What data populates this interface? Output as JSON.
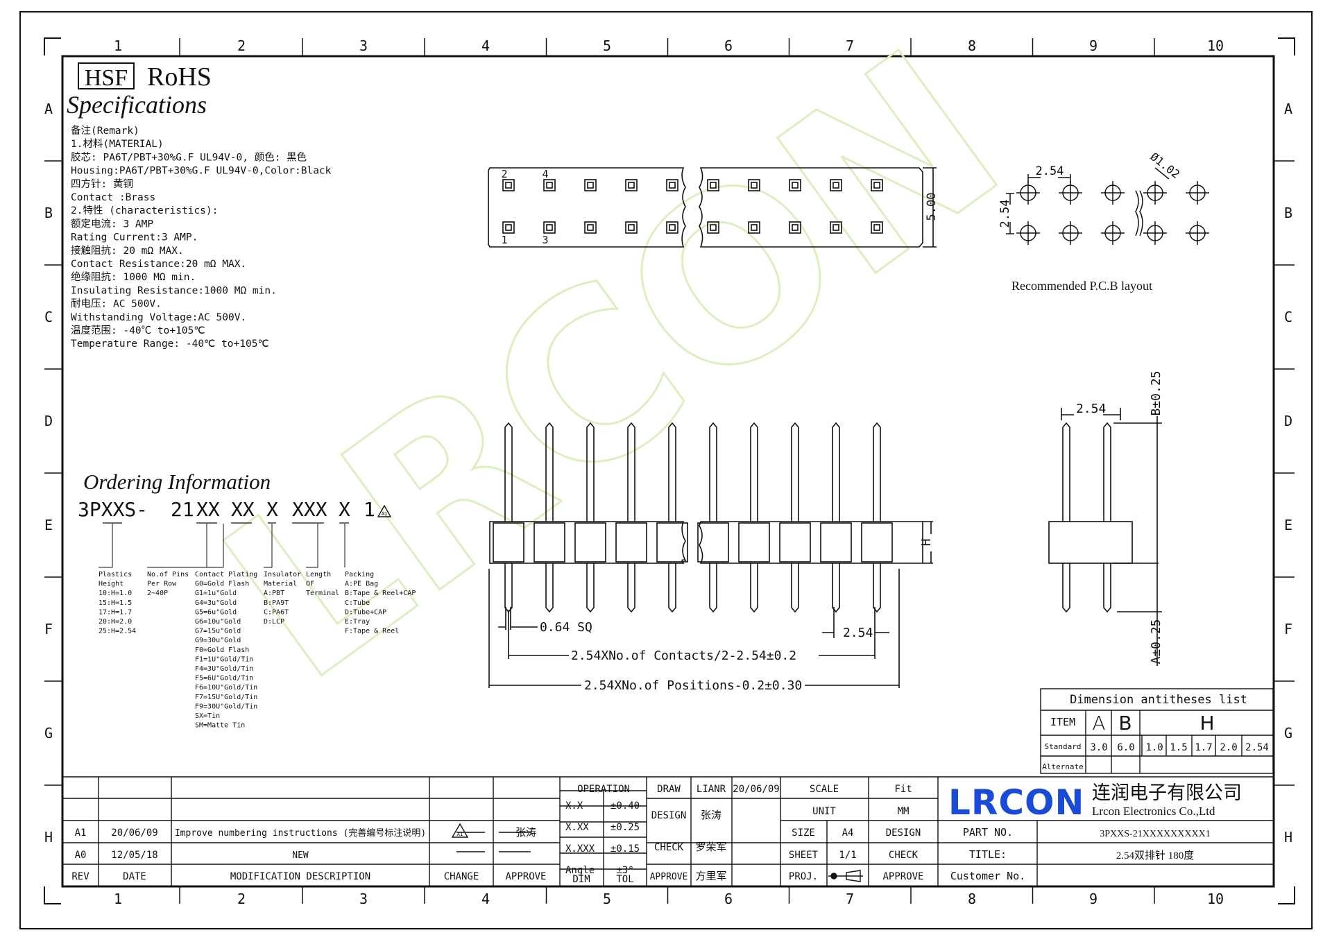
{
  "grid": {
    "columns": [
      "1",
      "2",
      "3",
      "4",
      "5",
      "6",
      "7",
      "8",
      "9",
      "10"
    ],
    "rows": [
      "A",
      "B",
      "C",
      "D",
      "E",
      "F",
      "G",
      "H"
    ]
  },
  "header": {
    "hsf_badge": "HSF",
    "rohs": "RoHS",
    "specifications_title": "Specifications"
  },
  "specs": [
    "备注(Remark)",
    "1.材料(MATERIAL)",
    "胶芯: PA6T/PBT+30%G.F UL94V-0, 颜色: 黑色",
    "Housing:PA6T/PBT+30%G.F UL94V-0,Color:Black",
    "四方针: 黄铜",
    "Contact :Brass",
    "2.特性 (characteristics):",
    "额定电流: 3 AMP",
    "Rating Current:3 AMP.",
    "接触阻抗: 20 mΩ MAX.",
    "Contact Resistance:20 mΩ MAX.",
    "绝缘阻抗: 1000 MΩ min.",
    "Insulating Resistance:1000 MΩ  min.",
    "耐电压: AC 500V.",
    "Withstanding Voltage:AC 500V.",
    "温度范围: -40℃ to+105℃",
    "Temperature Range: -40℃ to+105℃"
  ],
  "top_view": {
    "top_labels": [
      "2",
      "4"
    ],
    "bottom_labels": [
      "1",
      "3"
    ],
    "dim_height": "5.00"
  },
  "pcb_layout": {
    "pitch_x": "2.54",
    "pitch_y": "2.54",
    "hole": "Ø1.02",
    "caption": "Recommended P.C.B layout"
  },
  "front_view": {
    "dim_sq": "0.64 SQ",
    "dim_pitch": "2.54",
    "dim_contacts": "2.54XNo.of Contacts/2-2.54±0.2",
    "dim_positions": "2.54XNo.of Positions-0.2±0.30",
    "dim_h": "H"
  },
  "side_view": {
    "dim_pitch": "2.54",
    "dim_b": "B±0.25",
    "dim_a": "A±0.25"
  },
  "ordering": {
    "title": "Ordering Information",
    "part_code": [
      "3PXXS-",
      "21",
      "XX",
      "XX",
      "X",
      "XXX",
      "X",
      "1"
    ],
    "rev_mark": "A1",
    "legend": [
      [
        "Plastics",
        "Height",
        "10:H=1.0",
        "15:H=1.5",
        "17:H=1.7",
        "20:H=2.0",
        "25:H=2.54"
      ],
      [
        "No.of Pins",
        "Per Row",
        "2~40P"
      ],
      [
        "Contact Plating",
        "G0=Gold Flash",
        "G1=1u\"Gold",
        "G4=3u\"Gold",
        "G5=6u\"Gold",
        "G6=10u\"Gold",
        "G7=15u\"Gold",
        "G9=30u\"Gold",
        "F0=Gold Flash",
        "F1=1U\"Gold/Tin",
        "F4=3U\"Gold/Tin",
        "F5=6U\"Gold/Tin",
        "F6=10U\"Gold/Tin",
        "F7=15U\"Gold/Tin",
        "F9=30U\"Gold/Tin",
        "SX=Tin",
        "SM=Matte Tin"
      ],
      [
        "Insulator",
        "Material",
        "A:PBT",
        "B:PA9T",
        "C:PA6T",
        "D:LCP"
      ],
      [
        "Length",
        "OF",
        "Terminal"
      ],
      [
        "Packing",
        "A:PE Bag",
        "B:Tape & Reel+CAP",
        "C:Tube",
        "D:Tube+CAP",
        "E:Tray",
        "F:Tape & Reel"
      ]
    ]
  },
  "dimension_table": {
    "title": "Dimension antitheses list",
    "headers": [
      "ITEM",
      "A",
      "B",
      "H"
    ],
    "standard_label": "Standard",
    "standard_values": [
      "3.0",
      "6.0",
      "1.0",
      "1.5",
      "1.7",
      "2.0",
      "2.54"
    ],
    "alternate_label": "Alternate"
  },
  "revisions": {
    "rows": [
      {
        "rev": "A1",
        "date": "20/06/09",
        "desc": "Improve numbering instructions (完善编号标注说明)",
        "change": "A1",
        "approve": "张涛"
      },
      {
        "rev": "A0",
        "date": "12/05/18",
        "desc": "NEW",
        "change": "",
        "approve": ""
      }
    ],
    "headers": {
      "rev": "REV",
      "date": "DATE",
      "desc": "MODIFICATION DESCRIPTION",
      "change": "CHANGE",
      "approve": "APPROVE"
    }
  },
  "tolerance": {
    "title": "OPERATION",
    "rows": [
      [
        "X.X",
        "±0.40"
      ],
      [
        "X.XX",
        "±0.25"
      ],
      [
        "X.XXX",
        "±0.15"
      ],
      [
        "Angle",
        "±3°"
      ]
    ],
    "dim": "DIM",
    "tol": "TOL"
  },
  "signoff": {
    "draw": "DRAW",
    "draw_name": "LIANR",
    "draw_date": "20/06/09",
    "design": "DESIGN",
    "design_name": "张涛",
    "check": "CHECK",
    "check_name": "罗荣军",
    "approve": "APPROVE",
    "approve_name": "方里军"
  },
  "sheet_info": {
    "scale": "SCALE",
    "scale_val": "Fit",
    "unit": "UNIT",
    "unit_val": "MM",
    "size": "SIZE",
    "size_val": "A4",
    "design": "DESIGN",
    "sheet": "SHEET",
    "sheet_val": "1/1",
    "check": "CHECK",
    "proj": "PROJ.",
    "approve": "APPROVE"
  },
  "company": {
    "logo": "LRCON",
    "name_cn": "连润电子有限公司",
    "name_en": "Lrcon Electronics Co.,Ltd",
    "part_no_label": "PART NO.",
    "part_no": "3PXXS-21XXXXXXXXX1",
    "title_label": "TITLE:",
    "title": "2.54双排针 180度",
    "customer_label": "Customer No."
  },
  "watermark": "LRCON",
  "colors": {
    "logo_blue": "#1a4bd6",
    "watermark": "#dff0c4"
  }
}
